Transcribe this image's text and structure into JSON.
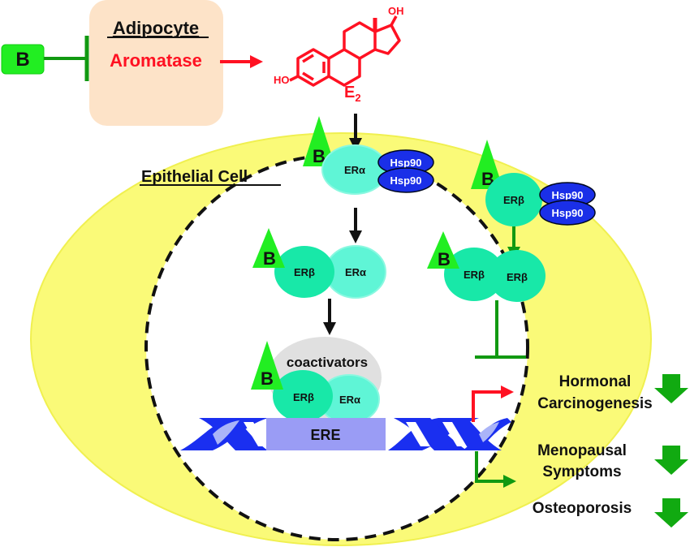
{
  "adipocyte": {
    "title": "Adipocyte",
    "enzyme": "Aromatase"
  },
  "inhibitor": {
    "label": "B"
  },
  "hormone": {
    "oh_top": "OH",
    "oh_left": "HO",
    "name": "E",
    "subscript": "2"
  },
  "cell": {
    "title": "Epithelial Cell"
  },
  "receptors": {
    "er_alpha": "ERα",
    "er_beta": "ERβ",
    "hsp90": "Hsp90",
    "coactivators": "coactivators",
    "ere": "ERE"
  },
  "outcomes": [
    {
      "label_line1": "Hormonal",
      "label_line2": "Carcinogenesis",
      "direction": "decrease"
    },
    {
      "label_line1": "Menopausal",
      "label_line2": "Symptoms",
      "direction": "decrease"
    },
    {
      "label_line1": "Osteoporosis",
      "label_line2": "",
      "direction": "decrease"
    }
  ],
  "colors": {
    "inhibitor_green": "#22dd22",
    "inhibit_line": "#119911",
    "aromatase_red": "#ff1122",
    "cell_yellow": "#fafa78",
    "adipocyte_fill": "#fde3c8",
    "er_beta": "#18e8a8",
    "er_alpha": "#5ff5d6",
    "hsp90": "#1a2fe8",
    "coactivator_gray": "#e0e0e0",
    "ere_box": "#9a9cf5",
    "dna_blue": "#1a2ff0",
    "down_arrow": "#11aa11"
  }
}
